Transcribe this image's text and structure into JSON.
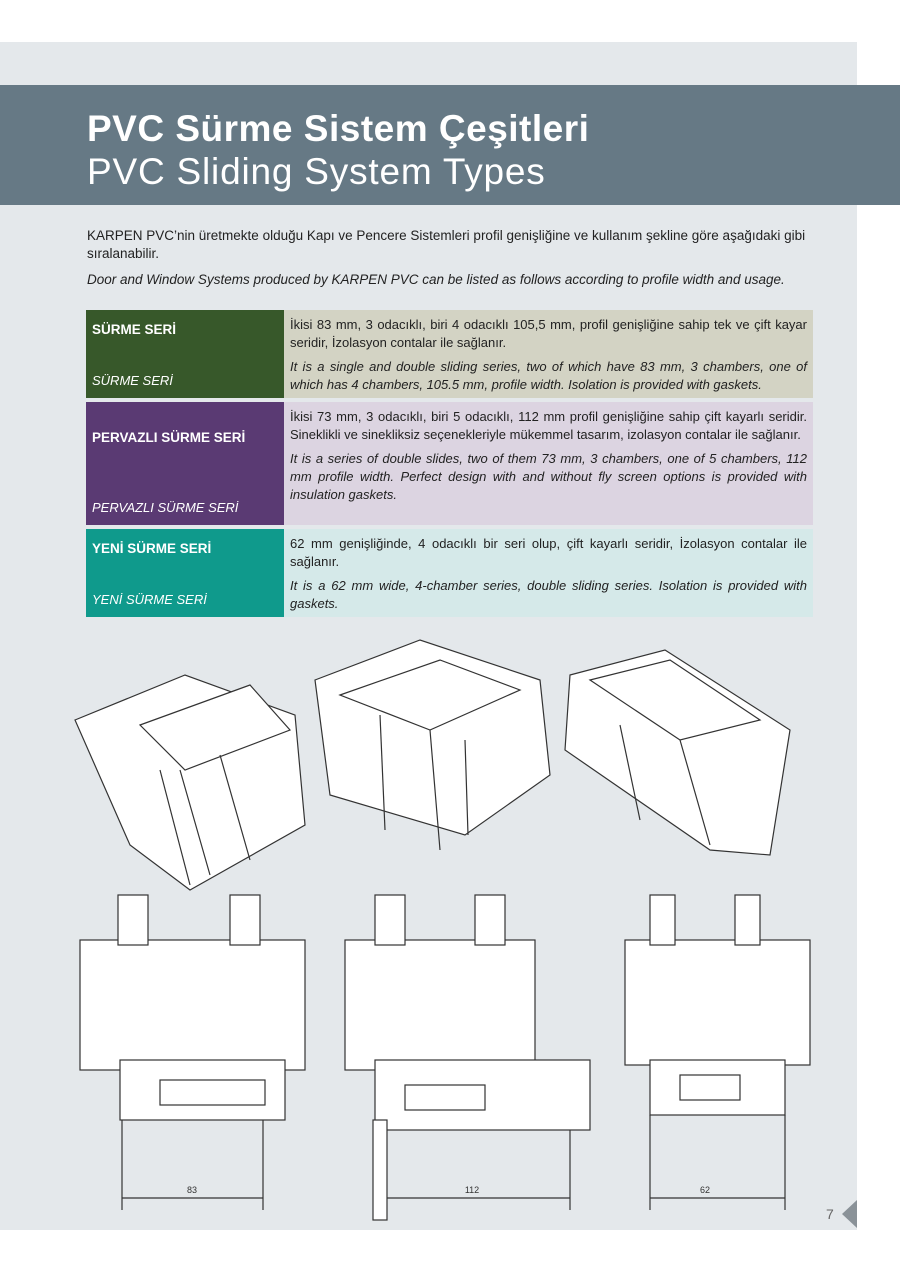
{
  "header": {
    "title_tr": "PVC Sürme Sistem Çeşitleri",
    "title_en": "PVC Sliding System Types"
  },
  "intro": {
    "tr": "KARPEN PVC’nin üretmekte olduğu Kapı ve Pencere Sistemleri profil genişliğine ve kullanım şekline göre aşağıdaki gibi sıralanabilir.",
    "en": "Door and Window Systems produced by KARPEN PVC can be listed as follows according to profile width and usage."
  },
  "series": [
    {
      "name": "SÜRME SERİ",
      "name_en": "SÜRME SERİ",
      "desc_tr": "İkisi 83 mm, 3 odacıklı,  biri 4 odacıklı 105,5 mm, profil genişliğine sahip tek ve çift kayar seridir, İzolasyon contalar ile sağlanır.",
      "desc_en": "It is a single and double sliding series, two of which have 83 mm, 3 chambers, one of which has 4 chambers, 105.5 mm, profile width. Isolation is provided with gaskets.",
      "color": "#37582a"
    },
    {
      "name": "PERVAZLI SÜRME SERİ",
      "name_en": "PERVAZLI SÜRME SERİ",
      "desc_tr": "İkisi 73 mm, 3 odacıklı, biri 5 odacıklı, 112 mm profil genişliğine sahip çift kayarlı seridir. Sineklikli ve sinekliksiz seçenekleriyle mükemmel tasarım, izolasyon contalar ile sağlanır.",
      "desc_en": "It is a series of double slides, two of them 73 mm, 3 chambers, one of 5 chambers, 112 mm profile width. Perfect design with and without fly screen options is provided with insulation gaskets.",
      "color": "#5a3a73"
    },
    {
      "name": "YENİ SÜRME SERİ",
      "name_en": "YENİ SÜRME SERİ",
      "desc_tr": "62 mm genişliğinde, 4 odacıklı bir seri olup, çift kayarlı seridir, İzolasyon contalar ile sağlanır.",
      "desc_en": "It is a 62 mm wide, 4-chamber series, double sliding series. Isolation is provided with gaskets.",
      "color": "#0f9a8c"
    }
  ],
  "dimensions": [
    "83",
    "112",
    "62"
  ],
  "page_number": "7"
}
